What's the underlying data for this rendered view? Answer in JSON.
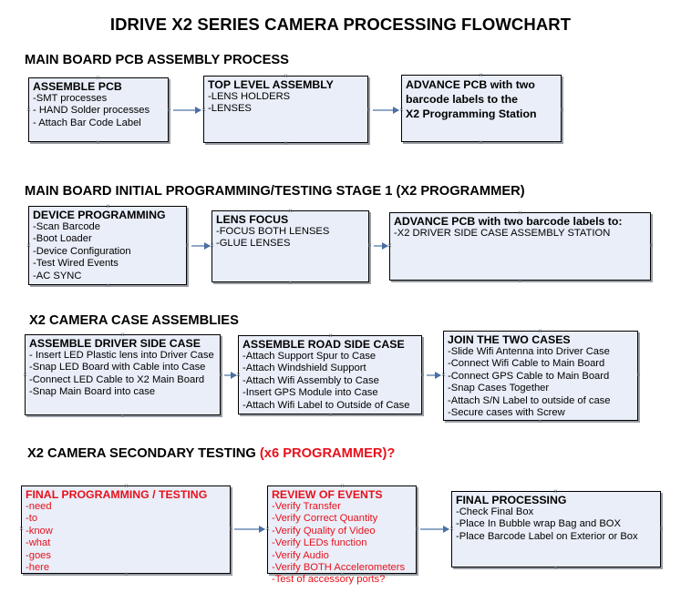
{
  "document": {
    "title": "IDRIVE X2  SERIES CAMERA PROCESSING FLOWCHART"
  },
  "theme": {
    "box_fill": "#e9eef8",
    "box_border": "#000000",
    "connector": "#8fa8c8",
    "arrow_head": "#4a6fa5",
    "text": "#000000",
    "accent_red": "#e8111c"
  },
  "sections": [
    {
      "id": "main-board-pcb-assembly",
      "heading": "MAIN BOARD PCB ASSEMBLY PROCESS",
      "heading_accent": "",
      "nodes": [
        {
          "id": "assemble-pcb",
          "title": "ASSEMBLE PCB",
          "lines": [
            " -SMT processes",
            "- HAND Solder processes",
            "- Attach Bar Code Label"
          ],
          "red": false
        },
        {
          "id": "top-level-assembly",
          "title": "TOP LEVEL ASSEMBLY",
          "lines": [
            "-LENS HOLDERS",
            "-LENSES"
          ],
          "red": false
        },
        {
          "id": "advance-pcb-programming-station",
          "title": "",
          "btitle_lines": [
            "ADVANCE PCB with two",
            "barcode labels to the",
            " X2 Programming Station"
          ],
          "lines": [],
          "red": false
        }
      ]
    },
    {
      "id": "main-board-initial-programming",
      "heading": "MAIN BOARD INITIAL PROGRAMMING/TESTING STAGE 1 (X2 PROGRAMMER)",
      "heading_accent": "",
      "nodes": [
        {
          "id": "device-programming",
          "title": "DEVICE PROGRAMMING",
          "lines": [
            "-Scan Barcode",
            "-Boot Loader",
            "-Device Configuration",
            "-Test Wired Events",
            "-AC SYNC"
          ],
          "red": false
        },
        {
          "id": "lens-focus",
          "title": "LENS FOCUS",
          "lines": [
            "-FOCUS BOTH LENSES",
            "-GLUE LENSES"
          ],
          "red": false
        },
        {
          "id": "advance-pcb-driver-side-station",
          "title": "ADVANCE PCB with two barcode labels to:",
          "lines": [
            "-X2 DRIVER  SIDE  CASE  ASSEMBLY STATION"
          ],
          "red": false
        }
      ]
    },
    {
      "id": "x2-camera-case-assemblies",
      "heading": "X2 CAMERA CASE ASSEMBLIES",
      "heading_accent": "",
      "nodes": [
        {
          "id": "assemble-driver-side-case",
          "title": "ASSEMBLE DRIVER SIDE CASE",
          "lines": [
            "- Insert LED Plastic lens into Driver Case",
            "-Snap LED Board with Cable into Case",
            "-Connect LED Cable to X2 Main Board",
            "-Snap Main Board into case"
          ],
          "red": false
        },
        {
          "id": "assemble-road-side-case",
          "title": "ASSEMBLE ROAD SIDE CASE",
          "lines": [
            "-Attach Support Spur to Case",
            "-Attach Windshield Support",
            "-Attach Wifi Assembly to Case",
            "-Insert GPS Module into Case",
            "-Attach Wifi Label to Outside of Case"
          ],
          "red": false
        },
        {
          "id": "join-the-two-cases",
          "title": "JOIN THE TWO CASES",
          "lines": [
            "-Slide Wifi Antenna into Driver Case",
            "-Connect Wifi Cable to Main Board",
            "-Connect GPS Cable to Main Board",
            "-Snap Cases Together",
            "-Attach S/N Label to outside of case",
            "-Secure cases with Screw"
          ],
          "red": false
        }
      ]
    },
    {
      "id": "x2-camera-secondary-testing",
      "heading": "X2 CAMERA SECONDARY TESTING ",
      "heading_accent": "(x6 PROGRAMMER)?",
      "nodes": [
        {
          "id": "final-programming-testing",
          "title": "FINAL PROGRAMMING / TESTING",
          "lines": [
            "-need",
            "-to",
            "-know",
            "-what",
            "-goes",
            "-here"
          ],
          "red": true
        },
        {
          "id": "review-of-events",
          "title": "REVIEW OF EVENTS",
          "lines": [
            "-Verify Transfer",
            "-Verify Correct Quantity",
            "-Verify Quality of Video",
            "-Verify LEDs function",
            "-Verify Audio",
            "-Verify BOTH Accelerometers",
            "-Test of accessory ports?"
          ],
          "red": true
        },
        {
          "id": "final-processing",
          "title": "FINAL PROCESSING",
          "lines": [
            " -Check Final Box",
            "-Place In Bubble wrap Bag and BOX",
            "-Place Barcode Label on Exterior or Box"
          ],
          "red": false
        }
      ]
    }
  ]
}
